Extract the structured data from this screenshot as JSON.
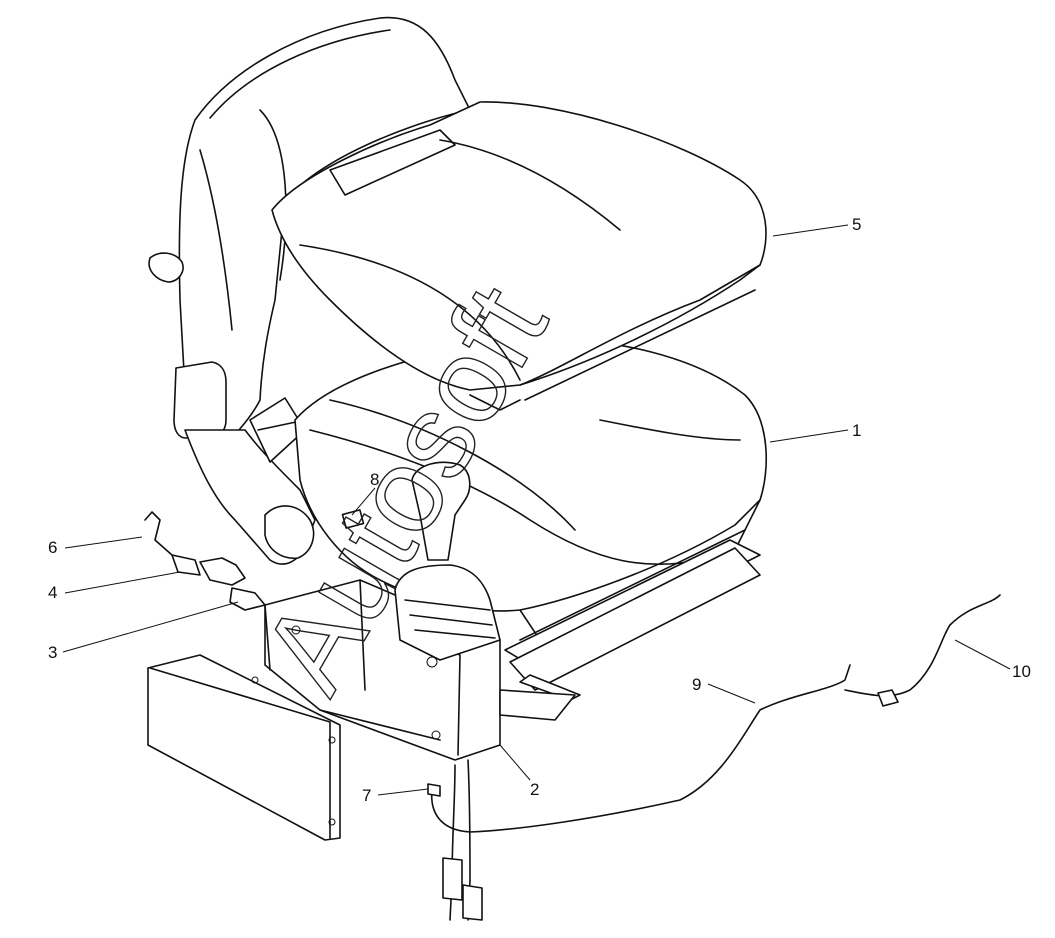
{
  "diagram": {
    "watermark": "Autosoft",
    "callouts": [
      {
        "id": "1",
        "label": "1"
      },
      {
        "id": "2",
        "label": "2"
      },
      {
        "id": "3",
        "label": "3"
      },
      {
        "id": "4",
        "label": "4"
      },
      {
        "id": "5",
        "label": "5"
      },
      {
        "id": "6",
        "label": "6"
      },
      {
        "id": "7",
        "label": "7"
      },
      {
        "id": "8",
        "label": "8"
      },
      {
        "id": "9",
        "label": "9"
      },
      {
        "id": "10",
        "label": "10"
      }
    ]
  }
}
